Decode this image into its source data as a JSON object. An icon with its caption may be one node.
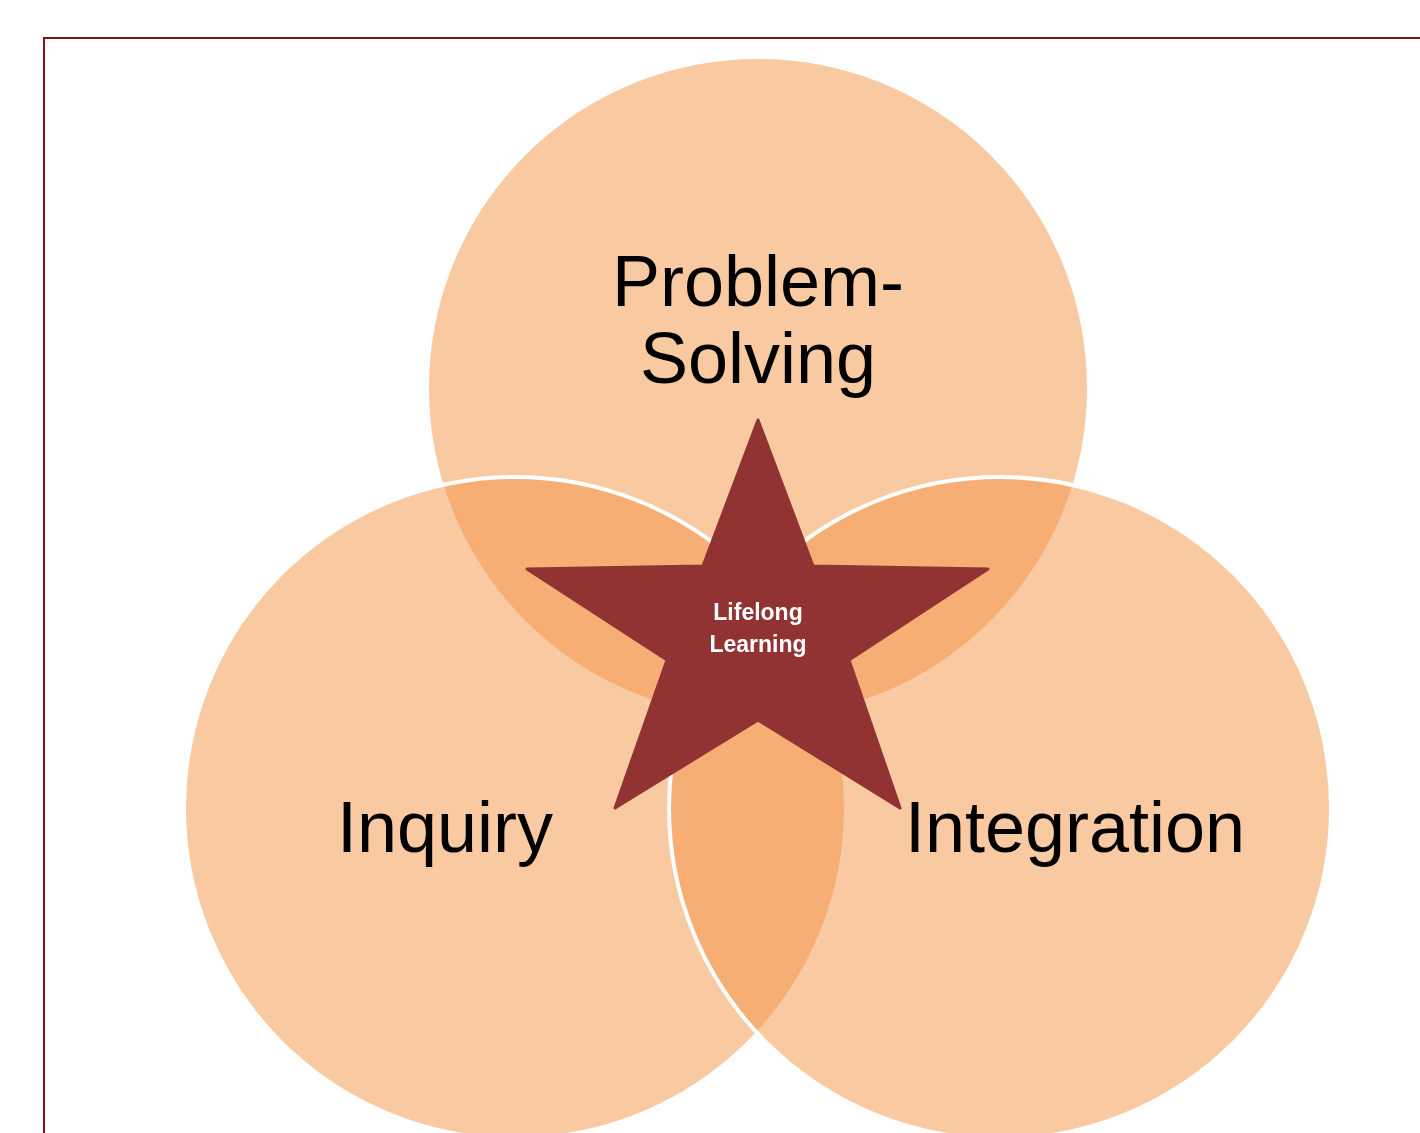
{
  "diagram": {
    "nodes": [
      {
        "text": [
          "Problem- Solving"
        ]
      },
      {
        "text": [
          "Inquiry"
        ]
      },
      {
        "text": [
          "Integration"
        ]
      },
      {
        "text": [
          "Lifelong Learning"
        ]
      }
    ]
  }
}
